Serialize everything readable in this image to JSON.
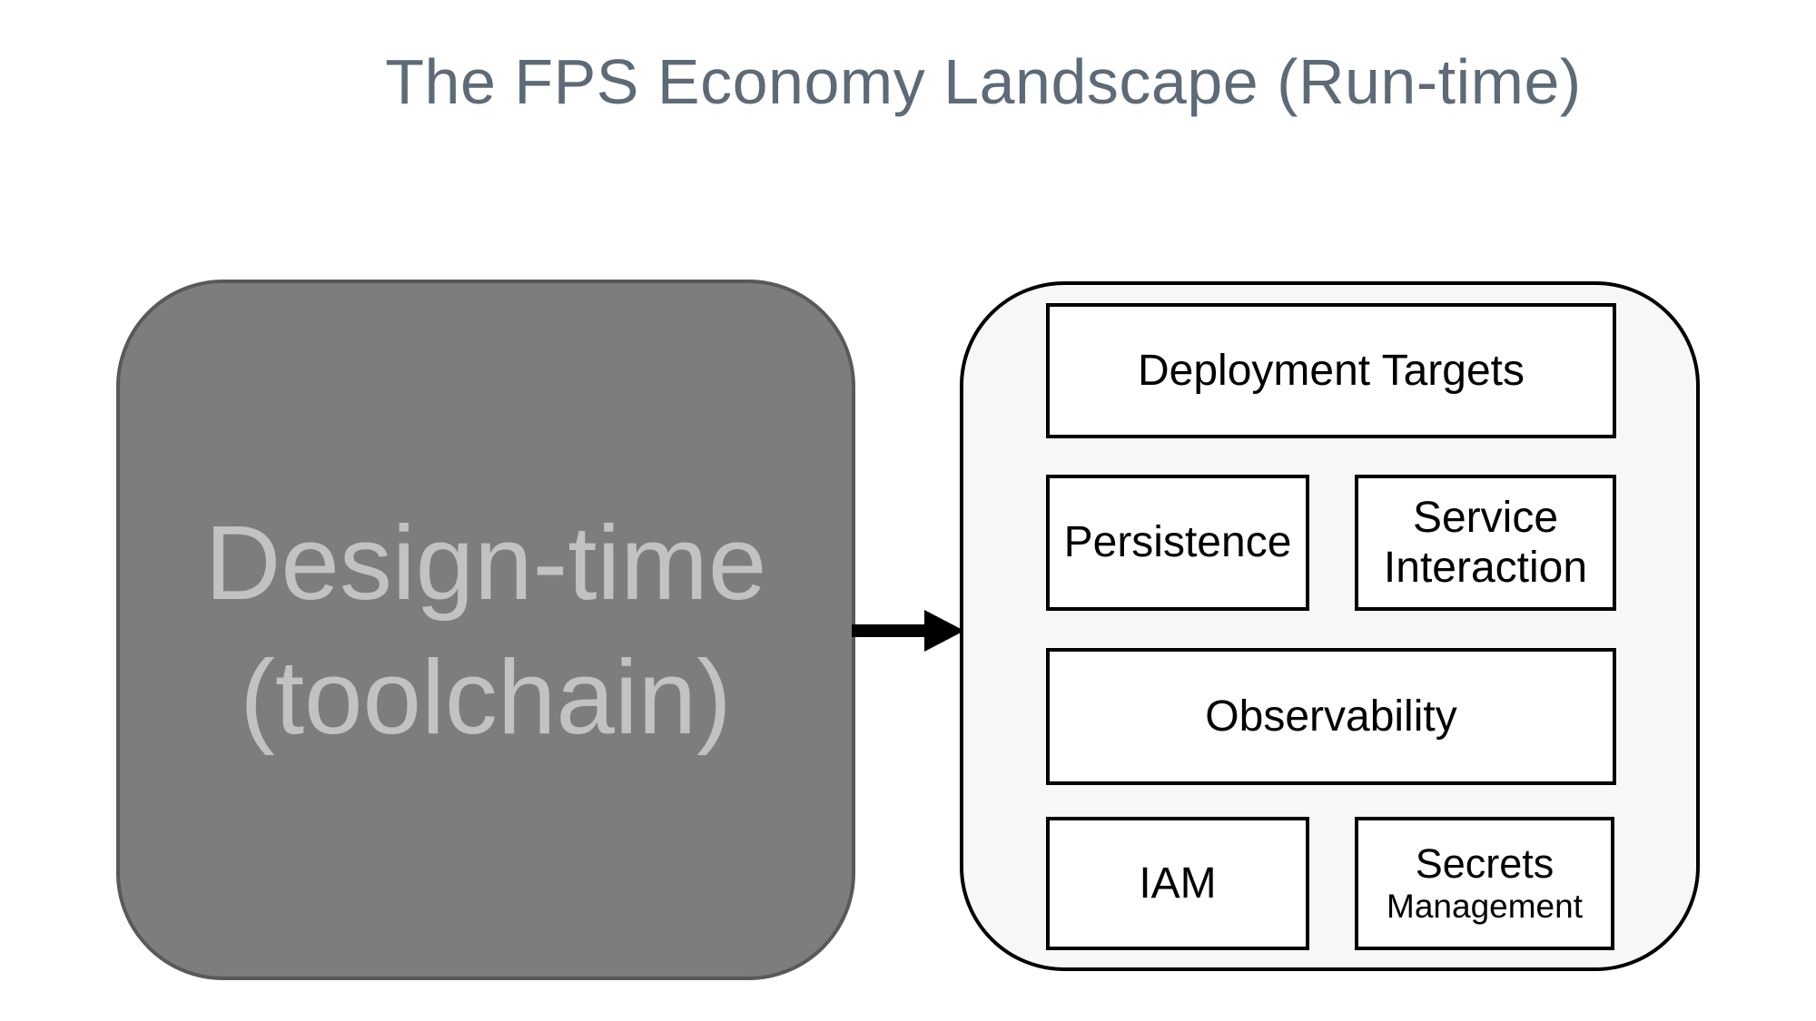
{
  "title": "The FPS Economy Landscape (Run-time)",
  "design_time": {
    "line1": "Design-time",
    "line2": "(toolchain)"
  },
  "runtime": {
    "deployment_targets": {
      "label": "Deployment Targets"
    },
    "persistence": {
      "label": "Persistence"
    },
    "service_interaction": {
      "line1": "Service",
      "line2": "Interaction"
    },
    "observability": {
      "label": "Observability"
    },
    "iam": {
      "label": "IAM"
    },
    "secrets_management": {
      "line1": "Secrets",
      "line2": "Management"
    }
  },
  "colors": {
    "title_text": "#5d6a77",
    "design_fill": "#7d7d7d",
    "design_border": "#595959",
    "design_text": "#c2c2c2",
    "runtime_fill": "#f7f7f7",
    "runtime_border": "#000000",
    "box_fill": "#ffffff",
    "box_border": "#000000",
    "box_text": "#000000",
    "arrow": "#000000"
  }
}
